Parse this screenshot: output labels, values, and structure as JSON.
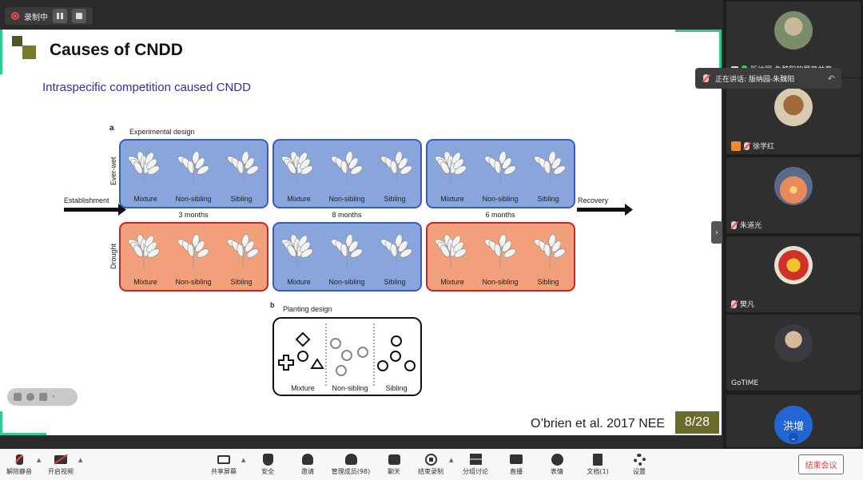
{
  "recording": {
    "label": "录制中"
  },
  "slide": {
    "title": "Causes of CNDD",
    "subtitle": "Intraspecific competition caused CNDD",
    "citation": "O’brien et al. 2017 NEE",
    "page": "8/28",
    "figure": {
      "panel_a_letter": "a",
      "panel_a_title": "Experimental design",
      "panel_b_letter": "b",
      "panel_b_title": "Planting design",
      "row_labels": [
        "Ever-wet",
        "Drought"
      ],
      "establishment": "Establishment",
      "recovery": "Recovery",
      "durations": [
        "3 months",
        "8 months",
        "6 months"
      ],
      "treatments": [
        "Mixture",
        "Non-sibling",
        "Sibling"
      ],
      "colors": {
        "wet": "#8aa4dc",
        "drought": "#f2a07c",
        "wet_border": "#3a5ab8",
        "drought_border": "#c0282a"
      }
    }
  },
  "participants": [
    {
      "name": "版纳园-朱魏阳的屏幕共享",
      "avatar": "person-photo"
    },
    {
      "name": "徐学红",
      "avatar": "bear-cartoon"
    },
    {
      "name": "朱道光",
      "avatar": "sunset"
    },
    {
      "name": "樊凡",
      "avatar": "flower"
    },
    {
      "name": "GoTIME",
      "avatar": "person-photo"
    },
    {
      "name": "洪增",
      "avatar": "initials"
    }
  ],
  "speaking": {
    "label": "正在讲话: 版纳园-朱魏阳"
  },
  "toolbar": {
    "unmute": "解除静音",
    "start_video": "开启视频",
    "share_screen": "共享屏幕",
    "security": "安全",
    "invite": "邀请",
    "manage_members": "管理成员(98)",
    "chat": "聊天",
    "end_recording": "结束录制",
    "breakout": "分组讨论",
    "live": "直播",
    "reactions": "表情",
    "documents": "文档(1)",
    "settings": "设置",
    "end_meeting": "结束会议"
  }
}
